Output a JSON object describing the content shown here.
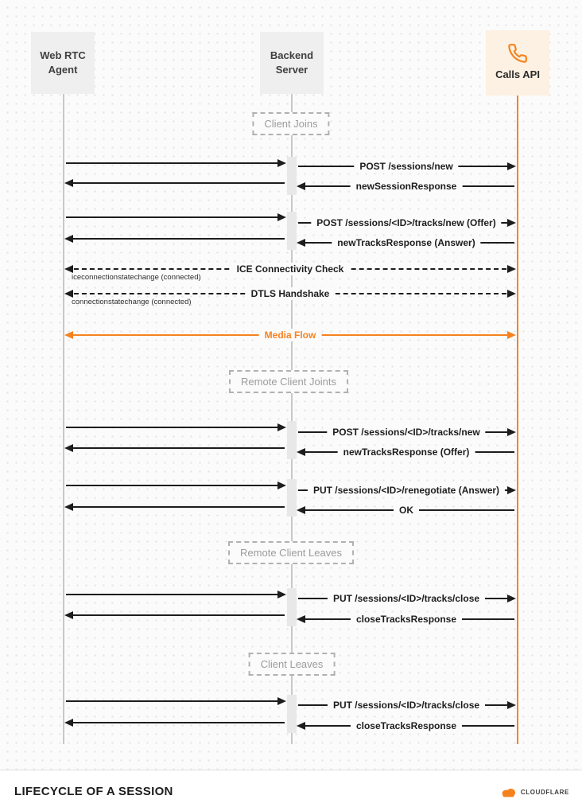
{
  "actors": {
    "webrtc_agent": {
      "line1": "Web RTC",
      "line2": "Agent"
    },
    "backend_server": {
      "line1": "Backend",
      "line2": "Server"
    },
    "calls_api": {
      "label": "Calls API",
      "icon": "phone-icon"
    }
  },
  "sections": {
    "client_joins": "Client Joins",
    "remote_client_joins": "Remote Client Joints",
    "remote_client_leaves": "Remote Client Leaves",
    "client_leaves": "Client Leaves"
  },
  "messages": {
    "post_sessions_new": "POST /sessions/new",
    "new_session_response": "newSessionResponse",
    "post_tracks_new_offer": "POST /sessions/<ID>/tracks/new (Offer)",
    "new_tracks_response_answer": "newTracksResponse (Answer)",
    "ice_connectivity_check": "ICE Connectivity Check",
    "ice_note": "iceconnectionstatechange (connected)",
    "dtls_handshake": "DTLS Handshake",
    "dtls_note": "connectionstatechange (connected)",
    "media_flow": "Media Flow",
    "post_tracks_new": "POST /sessions/<ID>/tracks/new",
    "new_tracks_response_offer": "newTracksResponse (Offer)",
    "put_renegotiate_answer": "PUT /sessions/<ID>/renegotiate (Answer)",
    "ok": "OK",
    "put_tracks_close": "PUT /sessions/<ID>/tracks/close",
    "close_tracks_response": "closeTracksResponse"
  },
  "footer": {
    "title": "LIFECYCLE OF A SESSION",
    "brand": "CLOUDFLARE"
  },
  "colors": {
    "accent_orange": "#f6821f",
    "lifeline_gray": "#c8c8c8",
    "message_black": "#1d1d1d"
  }
}
